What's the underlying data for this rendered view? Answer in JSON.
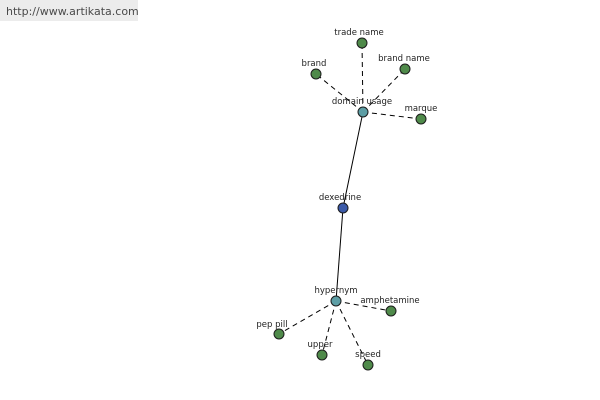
{
  "source_link": "http://www.artikata.com",
  "colors": {
    "center": "#3b5aa8",
    "relation": "#5d9ea5",
    "leaf": "#4f8a4a"
  },
  "nodes": {
    "center": "dexedrine",
    "domain_usage": "domain usage",
    "trade_name": "trade name",
    "brand": "brand",
    "brand_name": "brand name",
    "marque": "marque",
    "hypernym": "hypernym",
    "amphetamine": "amphetamine",
    "pep_pill": "pep pill",
    "upper": "upper",
    "speed": "speed"
  }
}
